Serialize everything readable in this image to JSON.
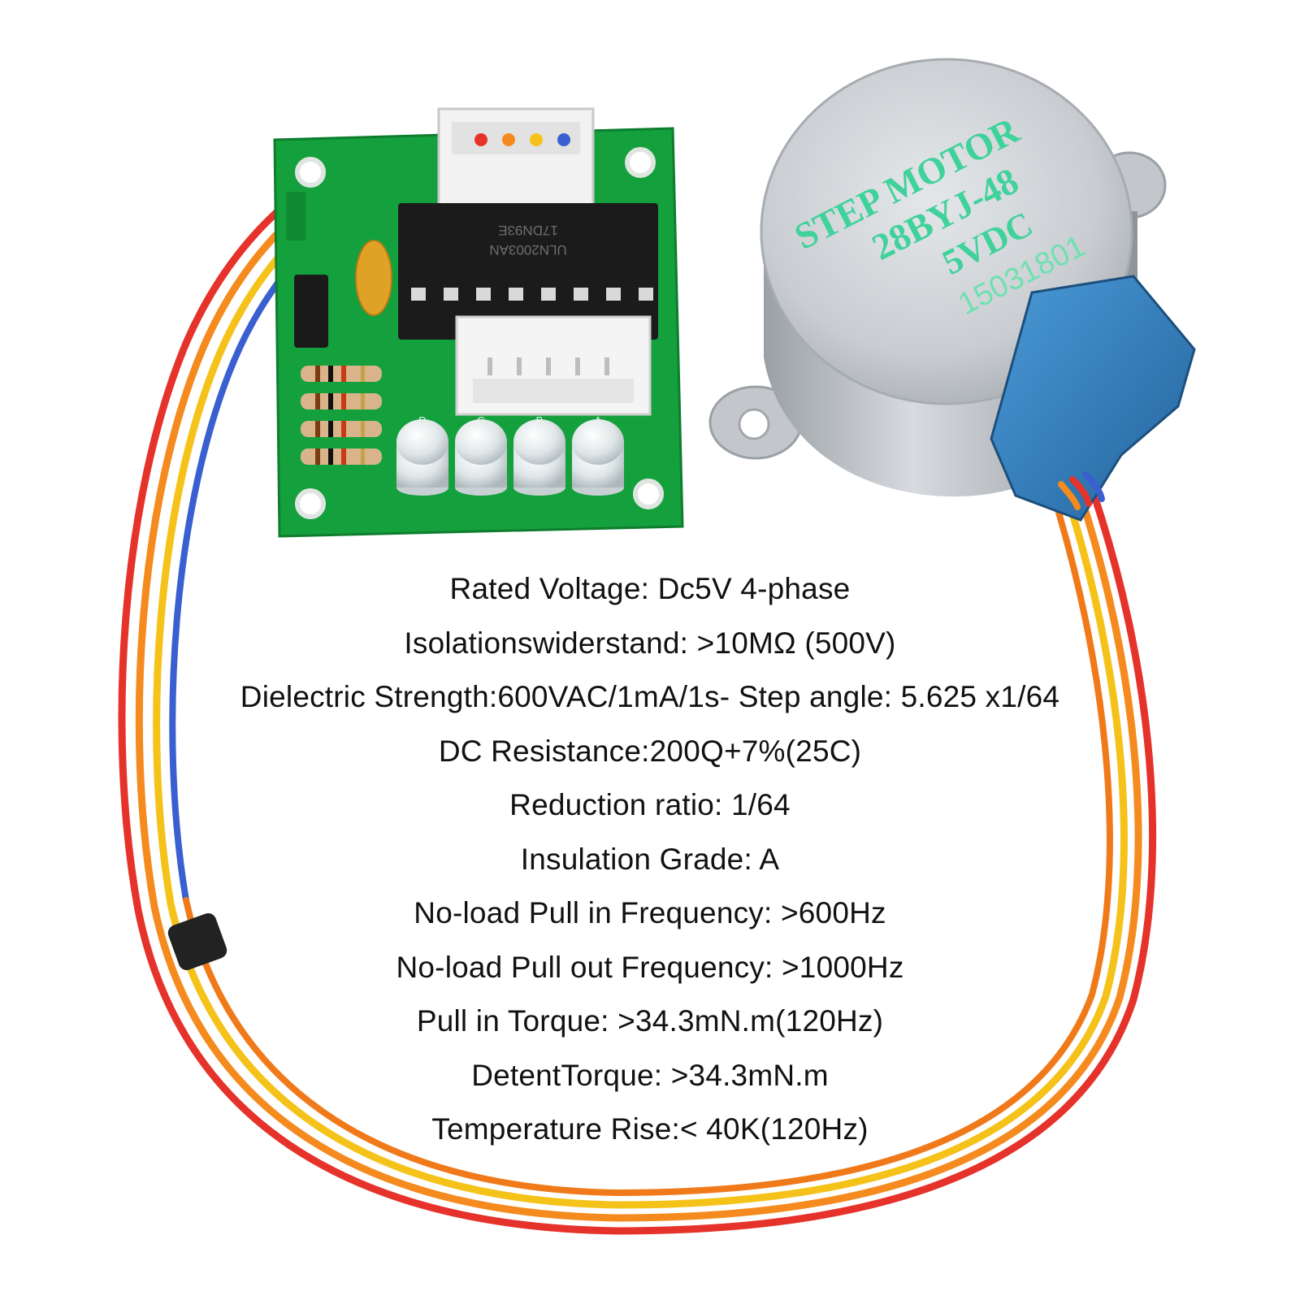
{
  "driver_board": {
    "ic_lines": [
      "ULN2003AN",
      "17DN93E"
    ],
    "led_labels": [
      "D",
      "C",
      "B",
      "A"
    ]
  },
  "motor": {
    "label_lines": [
      "STEP MOTOR",
      "28BYJ-48",
      "5VDC"
    ],
    "serial": "15031801"
  },
  "specs": [
    "Rated Voltage: Dc5V 4-phase",
    "Isolationswiderstand: >10MΩ (500V)",
    "Dielectric Strength:600VAC/1mA/1s- Step angle: 5.625 x1/64",
    "DC Resistance:200Q+7%(25C)",
    "Reduction ratio: 1/64",
    "Insulation Grade: A",
    "No-load Pull in Frequency: >600Hz",
    "No-load Pull out Frequency: >1000Hz",
    "Pull in Torque: >34.3mN.m(120Hz)",
    "DetentTorque: >34.3mN.m",
    "Temperature Rise:< 40K(120Hz)"
  ],
  "colors": {
    "pcb": "#14a03c",
    "motor_body": "#c8ccd0",
    "connector_blue": "#2f7fc4",
    "wire_red": "#e5322a",
    "wire_orange": "#f58a1e",
    "wire_yellow": "#f5c21a",
    "wire_blue": "#3a5fd0"
  }
}
